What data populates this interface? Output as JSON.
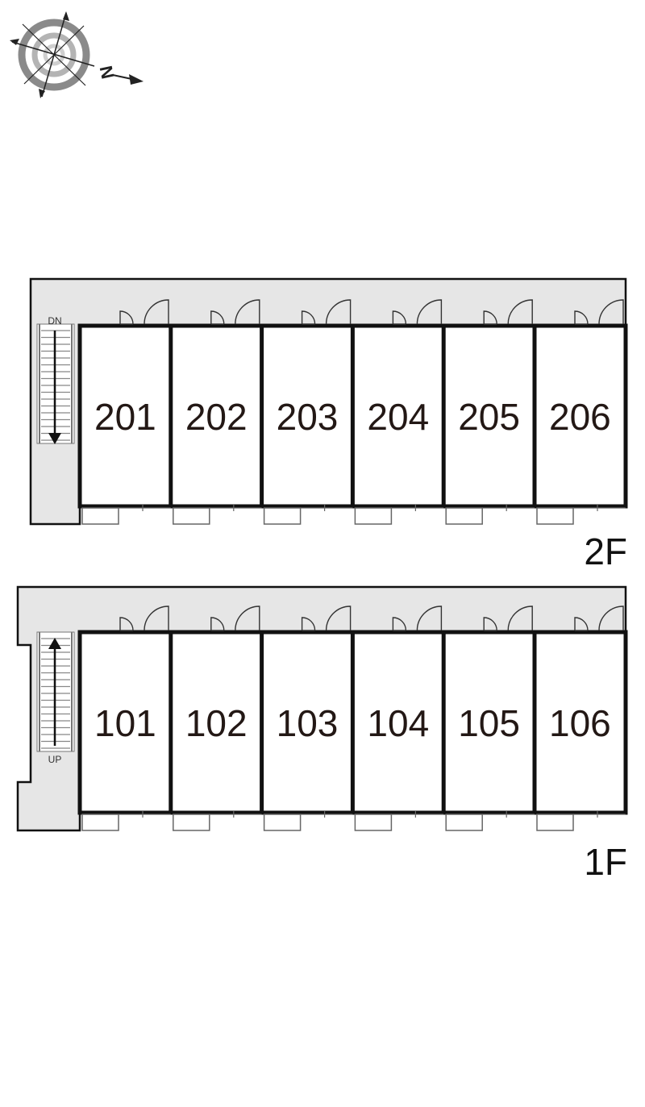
{
  "compass": {
    "north_label": "N"
  },
  "floors": [
    {
      "label": "2F",
      "stair_label": "DN",
      "stair_direction": "down",
      "units": [
        "201",
        "202",
        "203",
        "204",
        "205",
        "206"
      ]
    },
    {
      "label": "1F",
      "stair_label": "UP",
      "stair_direction": "up",
      "units": [
        "101",
        "102",
        "103",
        "104",
        "105",
        "106"
      ]
    }
  ],
  "colors": {
    "corridor_fill": "#e6e6e6",
    "wall": "#111111",
    "unit_text": "#231815"
  }
}
